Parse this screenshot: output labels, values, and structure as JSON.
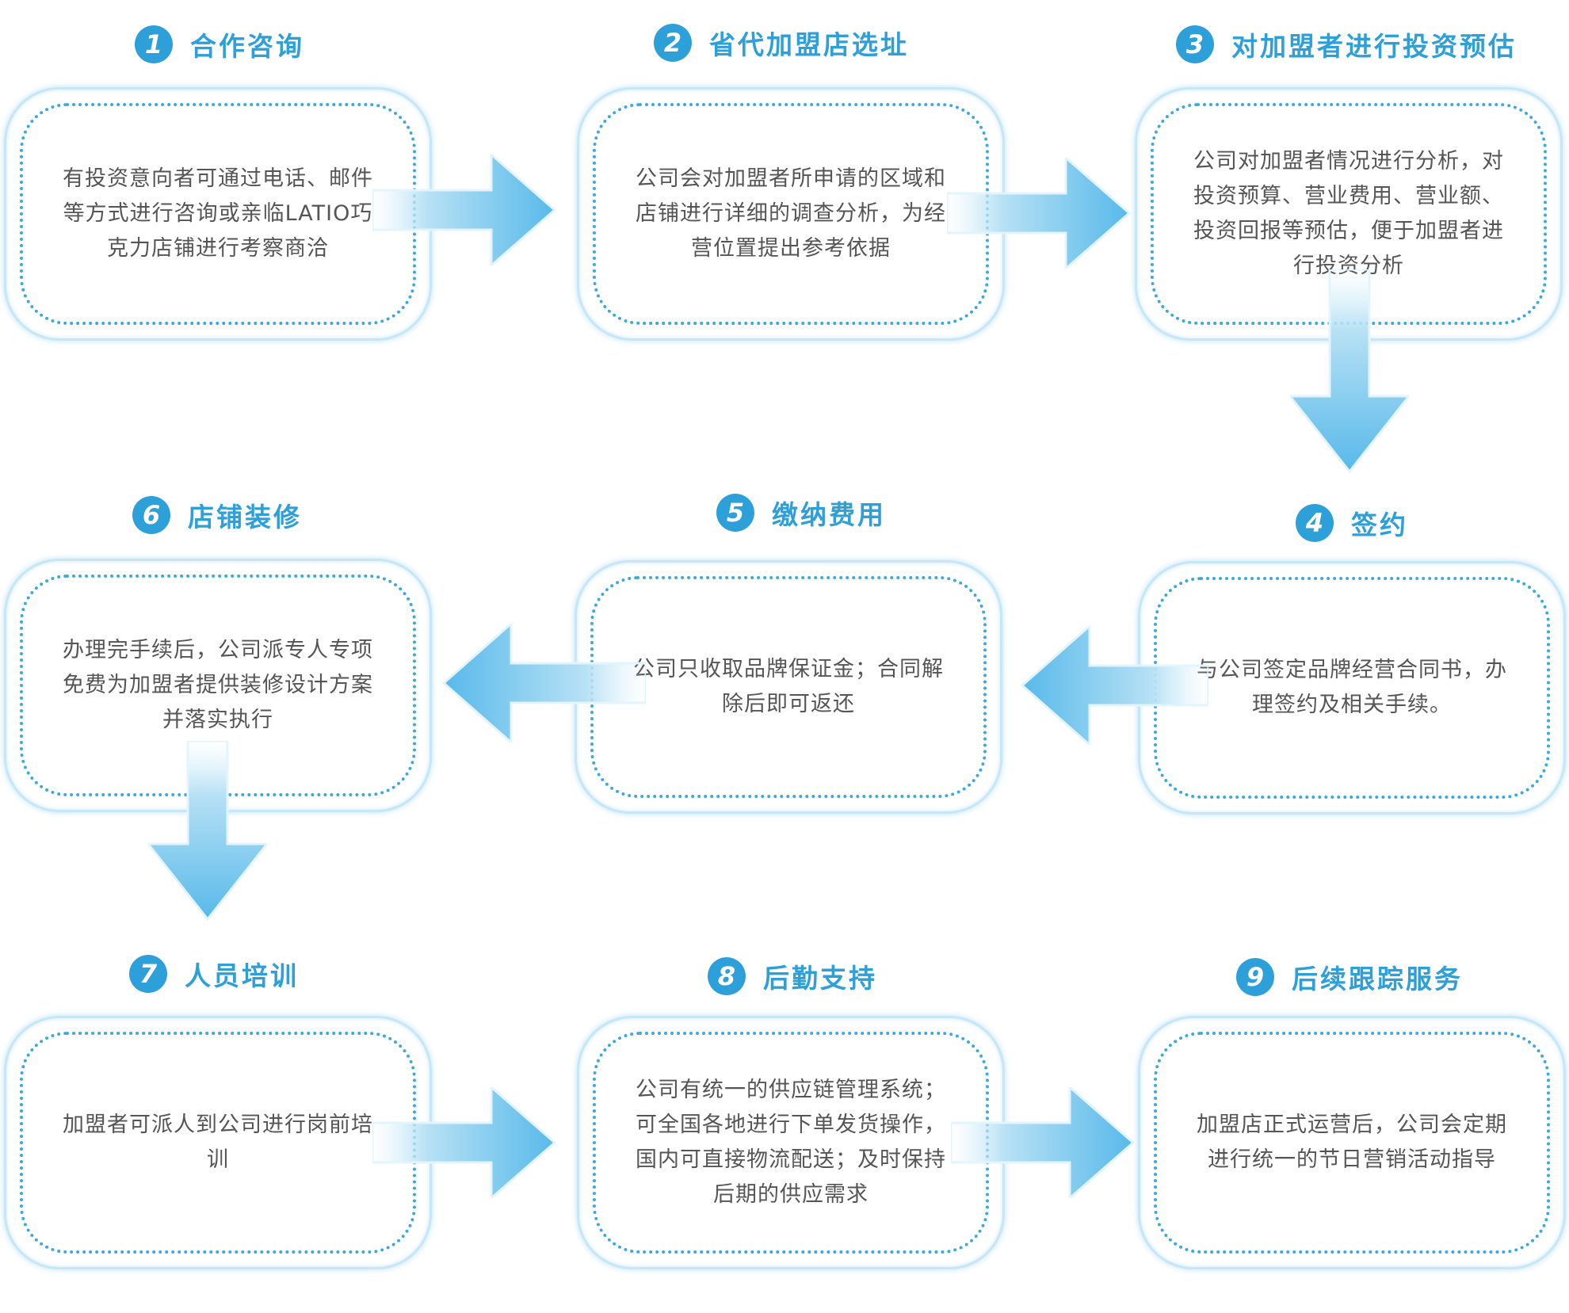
{
  "steps": [
    {
      "number": "1",
      "title": "合作咨询",
      "text": "有投资意向者可通过电话、邮件等方式进行咨询或亲临LATIO巧克力店铺进行考察商洽"
    },
    {
      "number": "2",
      "title": "省代加盟店选址",
      "text": "公司会对加盟者所申请的区域和店铺进行详细的调查分析，为经营位置提出参考依据"
    },
    {
      "number": "3",
      "title": "对加盟者进行投资预估",
      "text": "公司对加盟者情况进行分析，对投资预算、营业费用、营业额、投资回报等预估，便于加盟者进行投资分析"
    },
    {
      "number": "4",
      "title": "签约",
      "text": "与公司签定品牌经营合同书，办理签约及相关手续。"
    },
    {
      "number": "5",
      "title": "缴纳费用",
      "text": "公司只收取品牌保证金；合同解除后即可返还"
    },
    {
      "number": "6",
      "title": "店铺装修",
      "text": "办理完手续后，公司派专人专项免费为加盟者提供装修设计方案并落实执行"
    },
    {
      "number": "7",
      "title": "人员培训",
      "text": "加盟者可派人到公司进行岗前培训"
    },
    {
      "number": "8",
      "title": "后勤支持",
      "text": "公司有统一的供应链管理系统；可全国各地进行下单发货操作，国内可直接物流配送；及时保持后期的供应需求"
    },
    {
      "number": "9",
      "title": "后续跟踪服务",
      "text": "加盟店正式运营后，公司会定期进行统一的节日营销活动指导"
    }
  ],
  "colors": {
    "accent": "#2d9fd9",
    "border": "#c6e7f7",
    "text": "#555555"
  }
}
